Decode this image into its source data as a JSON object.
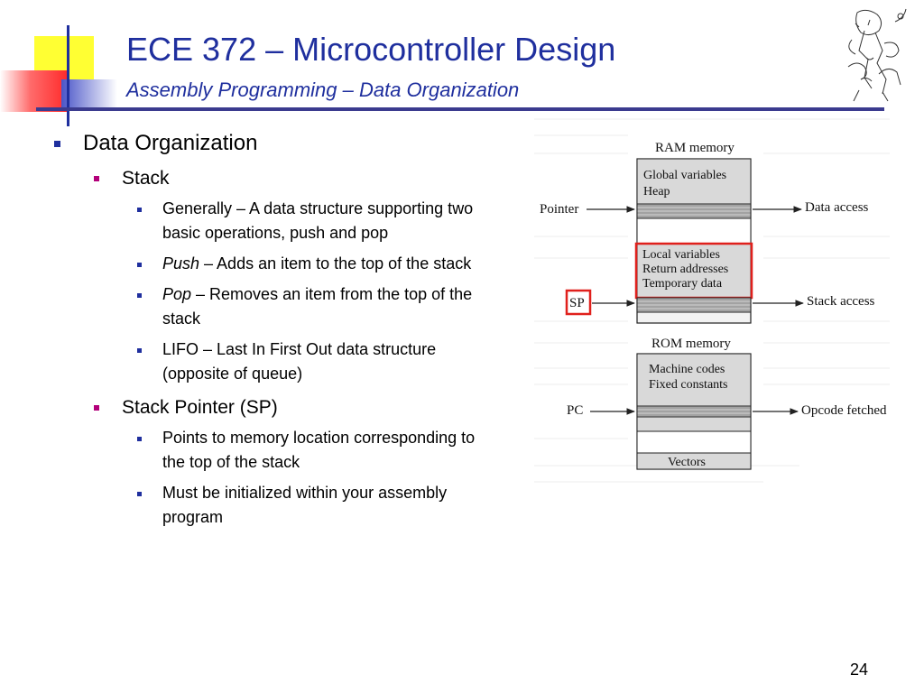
{
  "header": {
    "title": "ECE 372 – Microcontroller Design",
    "subtitle": "Assembly Programming – Data Organization"
  },
  "outline": {
    "heading": "Data Organization",
    "stack": {
      "label": "Stack",
      "items": [
        {
          "em": "",
          "text": "Generally – A data structure supporting two basic operations, push and pop"
        },
        {
          "em": "Push",
          "text": " – Adds an item to the top of the stack"
        },
        {
          "em": "Pop",
          "text": " – Removes an item from the top of the stack"
        },
        {
          "em": "",
          "text": "LIFO – Last In First Out data structure (opposite of queue)"
        }
      ]
    },
    "sp": {
      "label": "Stack Pointer (SP)",
      "items": [
        {
          "em": "",
          "text": "Points to memory location corresponding to the top of the stack"
        },
        {
          "em": "",
          "text": "Must be initialized within your assembly program"
        }
      ]
    }
  },
  "diagram": {
    "ram_title": "RAM memory",
    "ram_block1": [
      "Global variables",
      "Heap"
    ],
    "ram_block2": [
      "Local variables",
      "Return addresses",
      "Temporary data"
    ],
    "rom_title": "ROM memory",
    "rom_block1": [
      "Machine codes",
      "Fixed constants"
    ],
    "rom_vectors": "Vectors",
    "pointer_label": "Pointer",
    "data_access": "Data access",
    "sp_label": "SP",
    "stack_access": "Stack access",
    "pc_label": "PC",
    "opcode_fetched": "Opcode fetched",
    "highlight_color": "#e0201c"
  },
  "page_number": "24"
}
